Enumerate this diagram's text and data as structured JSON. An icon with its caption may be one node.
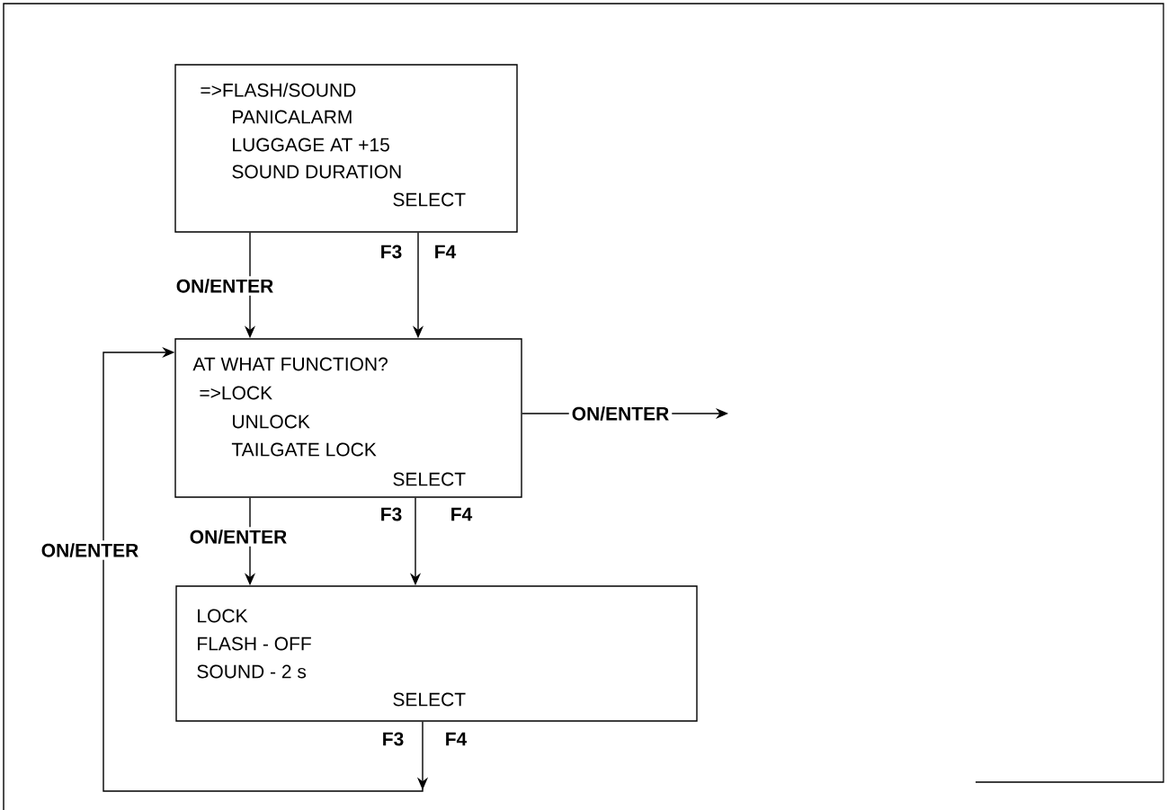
{
  "diagram": {
    "nodes": [
      {
        "text": [
          "=>FLASH/SOUND",
          "PANICALARM",
          "LUGGAGE AT +15",
          "SOUND DURATION",
          "SELECT"
        ],
        "beside": [
          "F3",
          "F4"
        ]
      },
      {
        "text": [
          "AT WHAT FUNCTION?",
          "=>LOCK",
          "UNLOCK",
          "TAILGATE LOCK",
          "SELECT"
        ],
        "beside": [
          "F3",
          "F4"
        ]
      },
      {
        "text": [
          "LOCK",
          "FLASH - OFF",
          "SOUND - 2 s",
          "SELECT"
        ],
        "beside": [
          "F3",
          "F4"
        ]
      }
    ],
    "edges": [
      {
        "from": 0,
        "to": 1,
        "arrow": "to",
        "label": "ON/ENTER"
      },
      {
        "from": 0,
        "to": 1,
        "arrow": "to"
      },
      {
        "from": 1,
        "to": null,
        "arrow": "to",
        "label": "ON/ENTER"
      },
      {
        "from": 1,
        "to": 2,
        "arrow": "to",
        "label": "ON/ENTER"
      },
      {
        "from": 1,
        "to": 2,
        "arrow": "to"
      },
      {
        "from": 2,
        "to": 1,
        "arrow": "to",
        "label": "ON/ENTER"
      }
    ]
  }
}
